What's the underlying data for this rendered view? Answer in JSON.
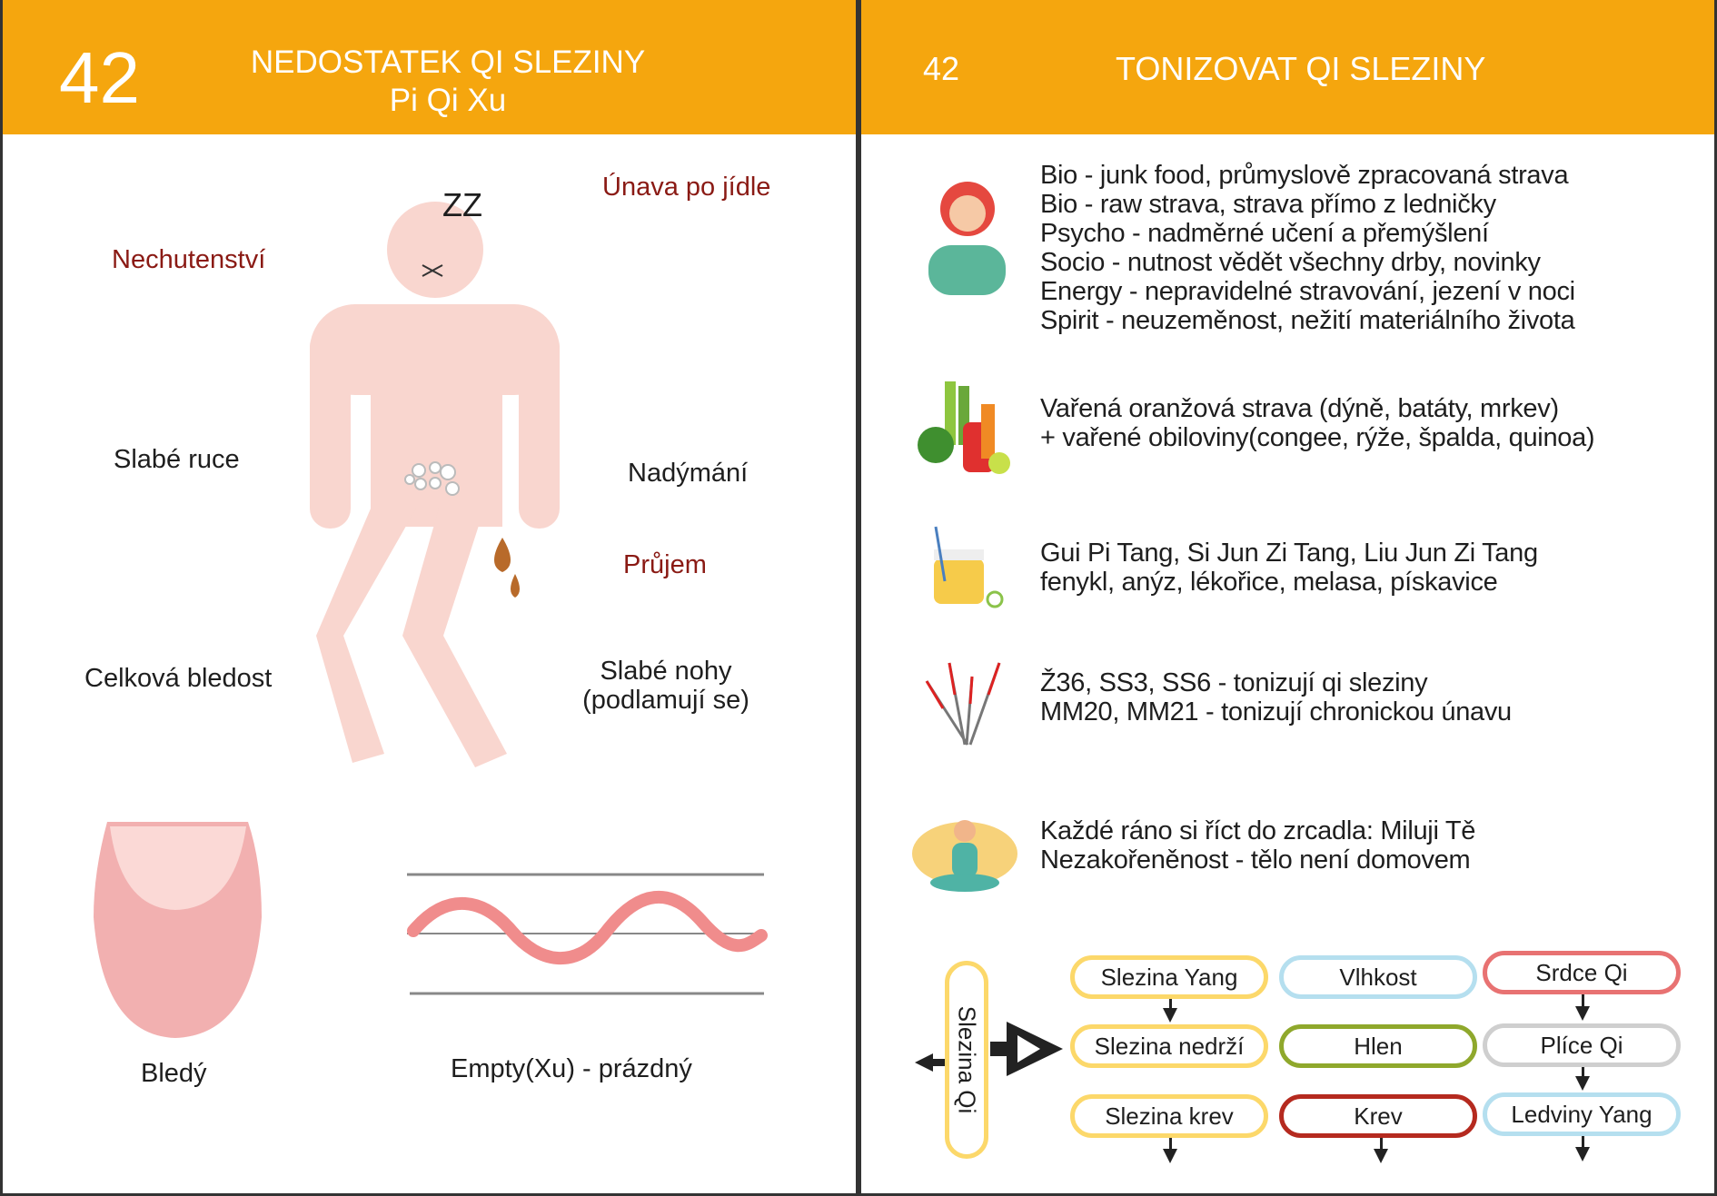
{
  "left": {
    "number": "42",
    "title": "NEDOSTATEK QI SLEZINY",
    "subtitle": "Pi Qi Xu",
    "labels": {
      "fatigue": "Únava po jídle",
      "appetite": "Nechutenství",
      "arms": "Slabé ruce",
      "bloating": "Nadýmání",
      "diarrhea": "Průjem",
      "pallor": "Celková bledost",
      "legs1": "Slabé nohy",
      "legs2": "(podlamují se)",
      "tongue": "Bledý",
      "pulse": "Empty(Xu) - prázdný",
      "sleep": "ZZ"
    }
  },
  "right": {
    "number": "42",
    "title": "TONIZOVAT QI SLEZINY",
    "causes": [
      "Bio - junk food, průmyslově zpracovaná strava",
      "Bio - raw strava, strava přímo z ledničky",
      "Psycho - nadměrné učení a přemýšlení",
      "Socio - nutnost vědět všechny drby, novinky",
      "Energy - nepravidelné stravování, jezení v noci",
      "Spirit - neuzeměnost, nežití materiálního života"
    ],
    "food": [
      "Vařená oranžová strava (dýně, batáty, mrkev)",
      "+ vařené obiloviny(congee, rýže, špalda, quinoa)"
    ],
    "herbs": [
      "Gui Pi Tang, Si Jun Zi Tang, Liu Jun Zi Tang",
      "fenykl, anýz, lékořice, melasa, pískavice"
    ],
    "points": [
      "Ž36, SS3, SS6 - tonizují qi sleziny",
      "MM20, MM21 - tonizují chronickou únavu"
    ],
    "spirit": [
      "Každé ráno si říct do zrcadla: Miluji Tě",
      "Nezakořeněnost - tělo není domovem"
    ],
    "flow": {
      "main": "Slezina Qi",
      "col1": [
        "Slezina Yang",
        "Slezina nedrží",
        "Slezina krev"
      ],
      "col2": [
        "Vlhkost",
        "Hlen",
        "Krev"
      ],
      "col3": [
        "Srdce Qi",
        "Plíce Qi",
        "Ledviny Yang"
      ]
    }
  },
  "colors": {
    "header": "#f5a60e",
    "yellow": "#fcd86a",
    "blue": "#b5dfef",
    "red": "#e87272",
    "green": "#8fa82c",
    "gray": "#cfcfcf",
    "darkred": "#b52a1f"
  }
}
